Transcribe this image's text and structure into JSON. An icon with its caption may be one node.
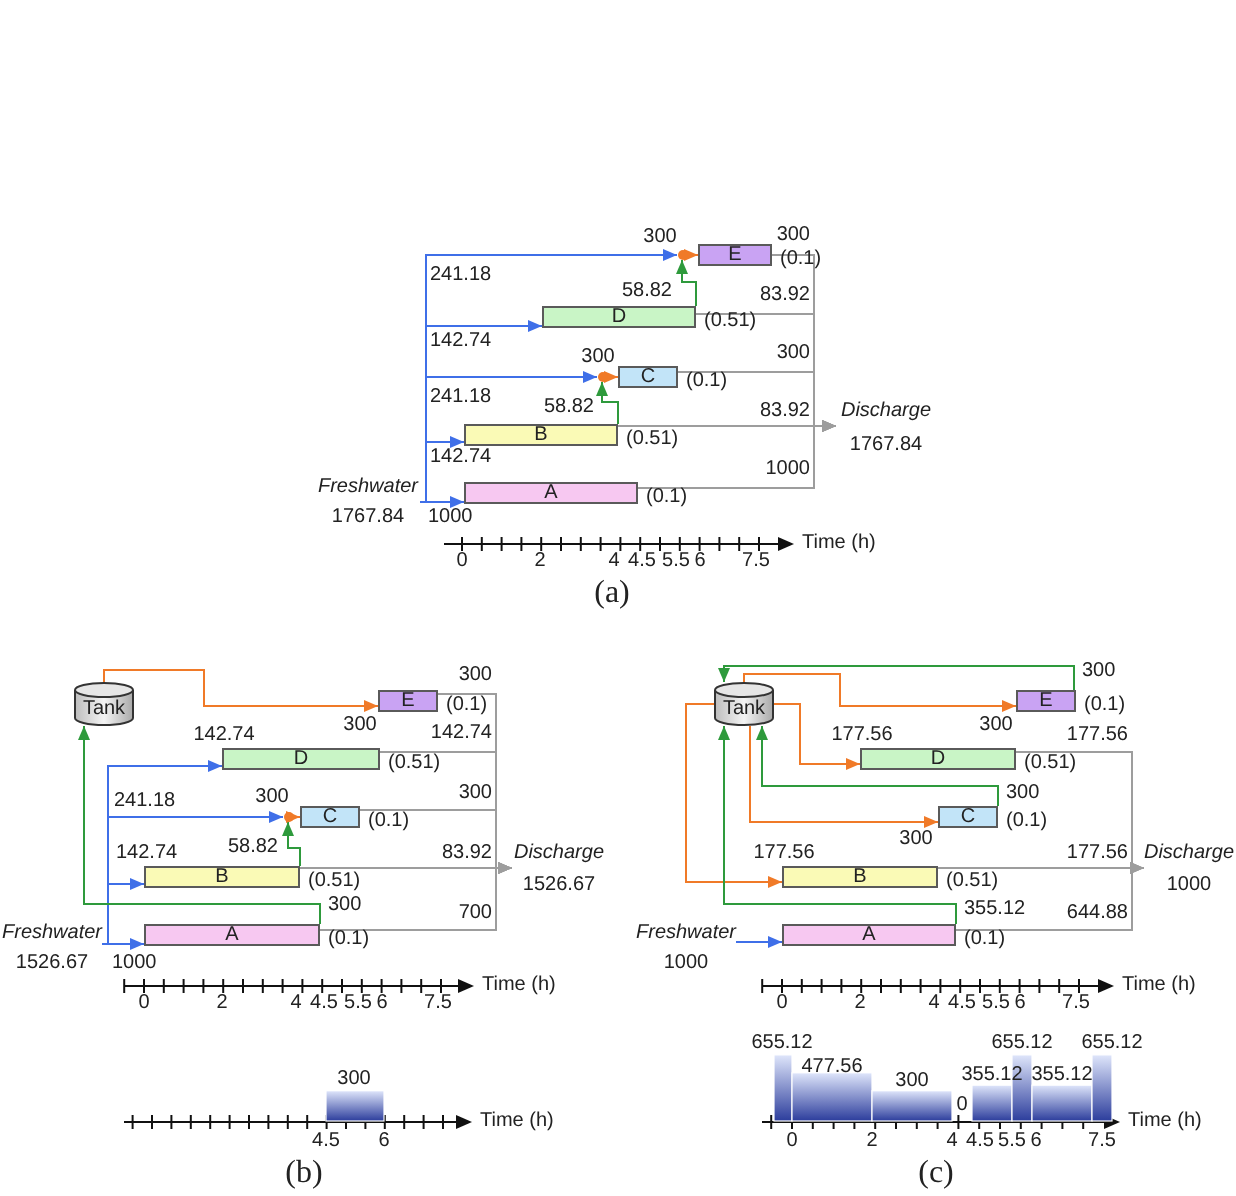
{
  "diagram": {
    "nodes": [
      {
        "text": [
          "E"
        ],
        "beside": [
          "(0.1)"
        ]
      },
      {
        "text": [
          "D"
        ],
        "beside": [
          "(0.51)"
        ]
      },
      {
        "text": [
          "C"
        ],
        "beside": [
          "(0.1)"
        ]
      },
      {
        "text": [
          "B"
        ],
        "beside": [
          "(0.51)"
        ]
      },
      {
        "text": [
          "A"
        ],
        "beside": [
          "(0.1)"
        ]
      },
      {
        "text": [
          "Freshwater"
        ],
        "beside": [
          "1767.84"
        ]
      },
      {
        "text": [
          "Discharge"
        ],
        "beside": [
          "1767.84"
        ]
      },
      {
        "text": [],
        "shape": "point"
      },
      {
        "text": [],
        "shape": "point"
      },
      {
        "text": [
          "Tank"
        ]
      },
      {
        "text": [
          "E"
        ],
        "beside": [
          "(0.1)"
        ]
      },
      {
        "text": [
          "D"
        ],
        "beside": [
          "(0.51)"
        ]
      },
      {
        "text": [
          "C"
        ],
        "beside": [
          "(0.1)"
        ]
      },
      {
        "text": [
          "B"
        ],
        "beside": [
          "(0.51)"
        ]
      },
      {
        "text": [
          "A"
        ],
        "beside": [
          "(0.1)"
        ]
      },
      {
        "text": [
          "Freshwater"
        ],
        "beside": [
          "1526.67"
        ]
      },
      {
        "text": [
          "Discharge"
        ],
        "beside": [
          "1526.67"
        ]
      },
      {
        "text": [],
        "shape": "point"
      },
      {
        "text": [
          "Tank"
        ]
      },
      {
        "text": [
          "E"
        ],
        "beside": [
          "(0.1)"
        ]
      },
      {
        "text": [
          "D"
        ],
        "beside": [
          "(0.51)"
        ]
      },
      {
        "text": [
          "C"
        ],
        "beside": [
          "(0.1)"
        ]
      },
      {
        "text": [
          "B"
        ],
        "beside": [
          "(0.51)"
        ]
      },
      {
        "text": [
          "A"
        ],
        "beside": [
          "(0.1)"
        ]
      },
      {
        "text": [
          "Freshwater"
        ],
        "beside": [
          "1000"
        ]
      },
      {
        "text": [
          "Discharge"
        ],
        "beside": [
          "1000"
        ]
      }
    ],
    "edges": [
      {
        "from": 5,
        "to": 4,
        "arrow": "to",
        "label": "1000",
        "color": "#3f6fe8"
      },
      {
        "from": 5,
        "to": 3,
        "arrow": "to",
        "label": "142.74",
        "color": "#3f6fe8"
      },
      {
        "from": 5,
        "to": 7,
        "arrow": "to",
        "label": "241.18",
        "color": "#3f6fe8"
      },
      {
        "from": 3,
        "to": 7,
        "arrow": "to",
        "label": "58.82",
        "color": "#2e9a3c"
      },
      {
        "from": 7,
        "to": 2,
        "arrow": "to",
        "label": "300",
        "color": "#f07a28"
      },
      {
        "from": 5,
        "to": 1,
        "arrow": "to",
        "label": "142.74",
        "color": "#3f6fe8"
      },
      {
        "from": 5,
        "to": 8,
        "arrow": "to",
        "label": "241.18",
        "color": "#3f6fe8"
      },
      {
        "from": 1,
        "to": 8,
        "arrow": "to",
        "label": "58.82",
        "color": "#2e9a3c"
      },
      {
        "from": 8,
        "to": 0,
        "arrow": "to",
        "label": "300",
        "color": "#f07a28"
      },
      {
        "from": 0,
        "to": 6,
        "arrow": "to",
        "label": "300"
      },
      {
        "from": 1,
        "to": 6,
        "arrow": "to",
        "label": "83.92"
      },
      {
        "from": 2,
        "to": 6,
        "arrow": "to",
        "label": "300"
      },
      {
        "from": 3,
        "to": 6,
        "arrow": "to",
        "label": "83.92"
      },
      {
        "from": 4,
        "to": 6,
        "arrow": "to",
        "label": "1000"
      },
      {
        "from": 9,
        "to": 10,
        "arrow": "to",
        "label": "300",
        "color": "#f07a28"
      },
      {
        "from": 15,
        "to": 11,
        "arrow": "to",
        "label": "142.74",
        "color": "#3f6fe8"
      },
      {
        "from": 15,
        "to": 17,
        "arrow": "to",
        "label": "241.18",
        "color": "#3f6fe8"
      },
      {
        "from": 13,
        "to": 17,
        "arrow": "to",
        "label": "58.82",
        "color": "#2e9a3c"
      },
      {
        "from": 17,
        "to": 12,
        "arrow": "to",
        "label": "300",
        "color": "#f07a28"
      },
      {
        "from": 15,
        "to": 13,
        "arrow": "to",
        "label": "142.74",
        "color": "#3f6fe8"
      },
      {
        "from": 15,
        "to": 14,
        "arrow": "to",
        "label": "1000",
        "color": "#3f6fe8"
      },
      {
        "from": 14,
        "to": 9,
        "arrow": "to",
        "label": "300",
        "color": "#2e9a3c"
      },
      {
        "from": 10,
        "to": 16,
        "arrow": "to",
        "label": "300"
      },
      {
        "from": 11,
        "to": 16,
        "arrow": "to",
        "label": "142.74"
      },
      {
        "from": 12,
        "to": 16,
        "arrow": "to",
        "label": "300"
      },
      {
        "from": 13,
        "to": 16,
        "arrow": "to",
        "label": "83.92"
      },
      {
        "from": 14,
        "to": 16,
        "arrow": "to",
        "label": "700"
      },
      {
        "from": 18,
        "to": 19,
        "arrow": "to",
        "label": "300",
        "color": "#f07a28"
      },
      {
        "from": 18,
        "to": 20,
        "arrow": "to",
        "label": "177.56",
        "color": "#f07a28"
      },
      {
        "from": 18,
        "to": 21,
        "arrow": "to",
        "label": "300",
        "color": "#f07a28"
      },
      {
        "from": 18,
        "to": 22,
        "arrow": "to",
        "label": "177.56",
        "color": "#f07a28"
      },
      {
        "from": 24,
        "to": 23,
        "arrow": "to",
        "color": "#3f6fe8"
      },
      {
        "from": 19,
        "to": 18,
        "arrow": "to",
        "label": "300",
        "color": "#2e9a3c"
      },
      {
        "from": 21,
        "to": 18,
        "arrow": "to",
        "label": "300",
        "color": "#2e9a3c"
      },
      {
        "from": 23,
        "to": 18,
        "arrow": "to",
        "label": "355.12",
        "color": "#2e9a3c"
      },
      {
        "from": 20,
        "to": 25,
        "arrow": "to",
        "label": "177.56"
      },
      {
        "from": 22,
        "to": 25,
        "arrow": "to",
        "label": "177.56"
      },
      {
        "from": 23,
        "to": 25,
        "arrow": "to",
        "label": "644.88"
      }
    ],
    "labels": [
      "0",
      "2",
      "4",
      "4.5",
      "5.5",
      "6",
      "7.5",
      "Time (h)",
      "(a)",
      "0",
      "2",
      "4",
      "4.5",
      "5.5",
      "6",
      "7.5",
      "Time (h)",
      "300",
      "4.5",
      "6",
      "Time (h)",
      "(b)",
      "0",
      "2",
      "4",
      "4.5",
      "5.5",
      "6",
      "7.5",
      "Time (h)",
      "655.12",
      "477.56",
      "300",
      "0",
      "355.12",
      "655.12",
      "355.12",
      "655.12",
      "0",
      "2",
      "4",
      "4.5",
      "5.5",
      "6",
      "7.5",
      "Time (h)",
      "(c)"
    ]
  }
}
